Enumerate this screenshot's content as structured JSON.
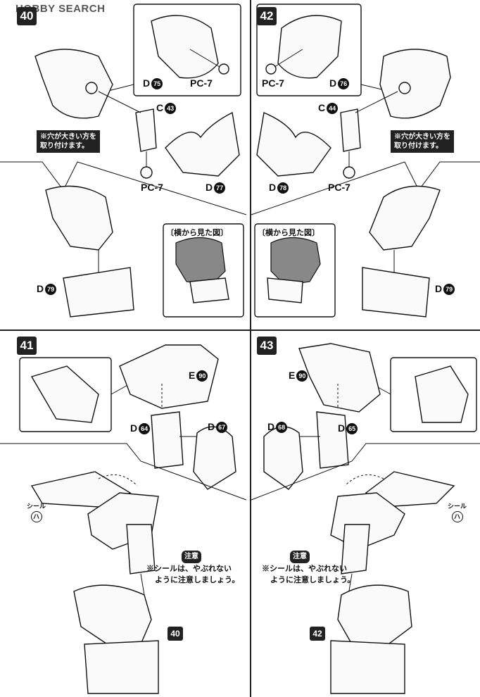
{
  "watermark": "HOBBY SEARCH",
  "steps": {
    "s40": "40",
    "s42": "42",
    "s41": "41",
    "s43": "43",
    "ref40": "40",
    "ref42": "42"
  },
  "labels": {
    "tl_d": "D",
    "tl_d_num": "75",
    "tl_pc7_top": "PC-7",
    "tl_c": "C",
    "tl_c_num": "43",
    "tl_pc7": "PC-7",
    "tl_d77": "D",
    "tl_d77_num": "77",
    "tl_d79": "D",
    "tl_d79_num": "79",
    "tr_pc7_top": "PC-7",
    "tr_d": "D",
    "tr_d_num": "76",
    "tr_c": "C",
    "tr_c_num": "44",
    "tr_d78": "D",
    "tr_d78_num": "78",
    "tr_pc7": "PC-7",
    "tr_d79": "D",
    "tr_d79_num": "79",
    "bl_e": "E",
    "bl_e_num": "90",
    "bl_d64": "D",
    "bl_d64_num": "64",
    "bl_d67": "D",
    "bl_d67_num": "67",
    "br_e": "E",
    "br_e_num": "90",
    "br_d68": "D",
    "br_d68_num": "68",
    "br_d65": "D",
    "br_d65_num": "65"
  },
  "notes": {
    "hole_left_1": "※穴が大きい方を",
    "hole_left_2": "取り付けます。",
    "hole_right_1": "※穴が大きい方を",
    "hole_right_2": "取り付けます。",
    "side_view_left": "〔横から見た図〕",
    "side_view_right": "〔横から見た図〕",
    "caution_tag_left": "注意",
    "caution_left_1": "※シールは、やぶれない",
    "caution_left_2": "ように注意しましょう。",
    "caution_tag_right": "注意",
    "caution_right_1": "※シールは、やぶれない",
    "caution_right_2": "ように注意しましょう。",
    "seal_left": "シール",
    "seal_left_code": "ハ",
    "seal_right": "シール",
    "seal_right_code": "ハ"
  }
}
